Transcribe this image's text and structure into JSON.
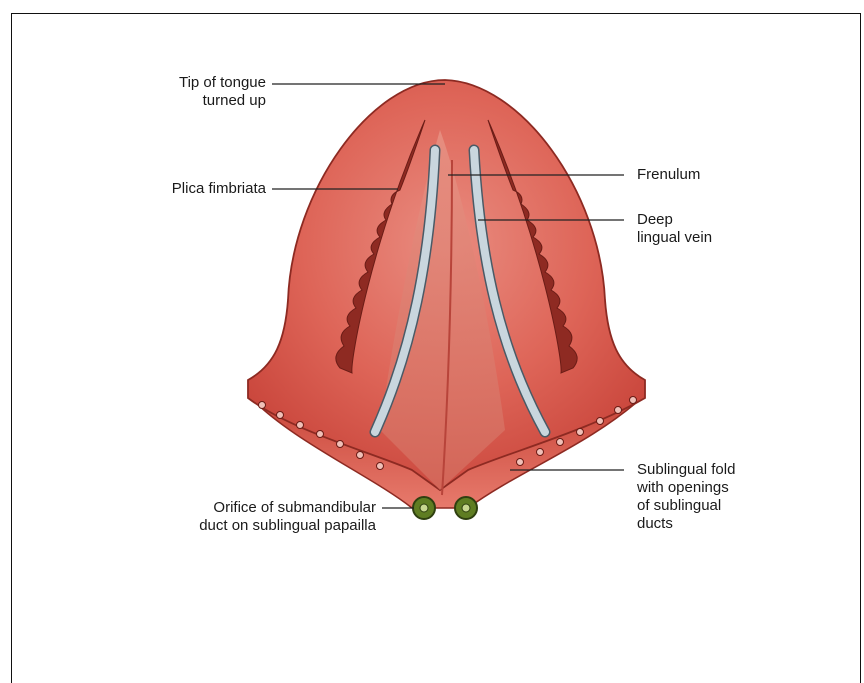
{
  "labels": {
    "tip_line1": "Tip of tongue",
    "tip_line2": "turned up",
    "plica": "Plica fimbriata",
    "frenulum": "Frenulum",
    "deep_line1": "Deep",
    "deep_line2": "lingual vein",
    "orifice_line1": "Orifice of submandibular",
    "orifice_line2": "duct on sublingual papailla",
    "fold_line1": "Sublingual fold",
    "fold_line2": "with openings",
    "fold_line3": "of sublingual",
    "fold_line4": "ducts"
  },
  "colors": {
    "tongue": "#d9564a",
    "tongue_light": "#e8867a",
    "tongue_dark": "#a8322a",
    "vein": "#c8d4dc",
    "papilla": "#6a8a2a"
  }
}
